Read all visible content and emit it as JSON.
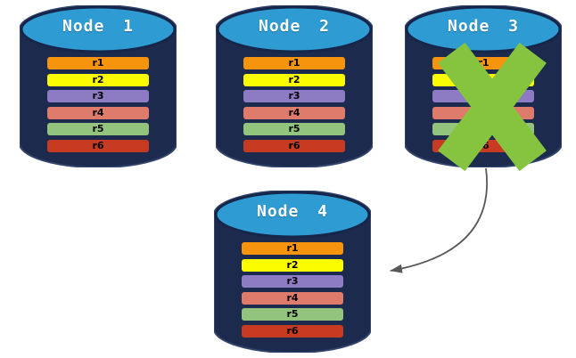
{
  "diagram": {
    "background": "#FFFFFF",
    "colors": {
      "cylinder_body": "#1C2B4D",
      "cylinder_edge": "#31436B",
      "cylinder_top": "#2E9BD3",
      "cylinder_top_border": "#16264A",
      "node_label_text": "#FFFFFF",
      "row_text": "#000000",
      "x_mark": "#86C440",
      "arrow": "#595959"
    },
    "nodes": [
      {
        "label": "Node 1",
        "failed": false,
        "rows": [
          {
            "label": "r1",
            "color": "#F7940D"
          },
          {
            "label": "r2",
            "color": "#FCFC00"
          },
          {
            "label": "r3",
            "color": "#8D7BC4"
          },
          {
            "label": "r4",
            "color": "#DF7B6B"
          },
          {
            "label": "r5",
            "color": "#93C47D"
          },
          {
            "label": "r6",
            "color": "#C63B22"
          }
        ]
      },
      {
        "label": "Node 2",
        "failed": false,
        "rows": [
          {
            "label": "r1",
            "color": "#F7940D"
          },
          {
            "label": "r2",
            "color": "#FCFC00"
          },
          {
            "label": "r3",
            "color": "#8D7BC4"
          },
          {
            "label": "r4",
            "color": "#DF7B6B"
          },
          {
            "label": "r5",
            "color": "#93C47D"
          },
          {
            "label": "r6",
            "color": "#C63B22"
          }
        ]
      },
      {
        "label": "Node 3",
        "failed": true,
        "rows": [
          {
            "label": "r1",
            "color": "#F7940D"
          },
          {
            "label": "r2",
            "color": "#FCFC00"
          },
          {
            "label": "r3",
            "color": "#8D7BC4"
          },
          {
            "label": "r4",
            "color": "#DF7B6B"
          },
          {
            "label": "r5",
            "color": "#93C47D"
          },
          {
            "label": "r6",
            "color": "#C63B22"
          }
        ]
      },
      {
        "label": "Node 4",
        "failed": false,
        "rows": [
          {
            "label": "r1",
            "color": "#F7940D"
          },
          {
            "label": "r2",
            "color": "#FCFC00"
          },
          {
            "label": "r3",
            "color": "#8D7BC4"
          },
          {
            "label": "r4",
            "color": "#DF7B6B"
          },
          {
            "label": "r5",
            "color": "#93C47D"
          },
          {
            "label": "r6",
            "color": "#C63B22"
          }
        ]
      }
    ],
    "arrow": {
      "from": "Node 3",
      "to": "Node 4",
      "color": "#595959"
    }
  }
}
